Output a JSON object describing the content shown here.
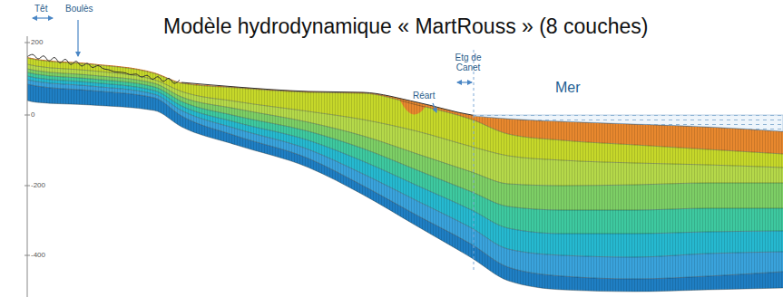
{
  "diagram": {
    "title": "Modèle hydrodynamique « MartRouss » (8 couches)",
    "labels": [
      "Têt",
      "Boulès",
      "Réart",
      "Etg de Canet",
      "Mer",
      "200",
      "0",
      "-200",
      "-400"
    ]
  }
}
